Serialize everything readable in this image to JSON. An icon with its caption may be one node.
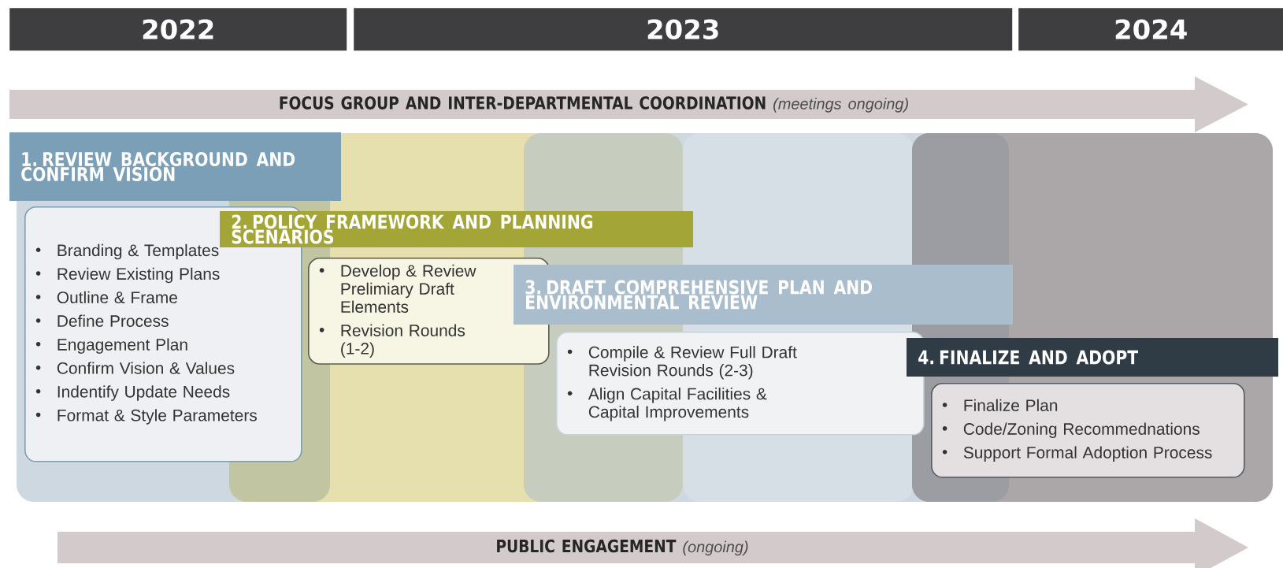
{
  "diagram": {
    "nodes": [
      {
        "text": [
          "2022"
        ]
      },
      {
        "text": [
          "2023"
        ]
      },
      {
        "text": [
          "2024"
        ]
      },
      {
        "text": [
          "FOCUS GROUP AND INTER-DEPARTMENTAL COORDINATION",
          "(meetings ongoing)"
        ]
      },
      {
        "text": [
          "1. REVIEW BACKGROUND AND CONFIRM VISION"
        ]
      },
      {
        "text": [
          "Branding & Templates",
          "Review Existing Plans",
          "Outline & Frame",
          "Define Process",
          "Engagement Plan",
          "Confirm Vision & Values",
          "Indentify Update Needs",
          "Format & Style Parameters"
        ]
      },
      {
        "text": [
          "2. POLICY FRAMEWORK AND PLANNING SCENARIOS"
        ]
      },
      {
        "text": [
          "Develop & Review Prelimiary Draft Elements",
          "Revision Rounds (1-2)"
        ]
      },
      {
        "text": [
          "3. DRAFT COMPREHENSIVE PLAN AND ENVIRONMENTAL REVIEW"
        ]
      },
      {
        "text": [
          "Compile & Review Full Draft Revision Rounds (2-3)",
          "Align Capital Facilities & Capital Improvements"
        ]
      },
      {
        "text": [
          "4. FINALIZE AND ADOPT"
        ]
      },
      {
        "text": [
          "Finalize Plan",
          "Code/Zoning Recommednations",
          "Support Formal Adoption Process"
        ]
      },
      {
        "text": [
          "PUBLIC ENGAGEMENT",
          "(ongoing)"
        ]
      }
    ]
  }
}
